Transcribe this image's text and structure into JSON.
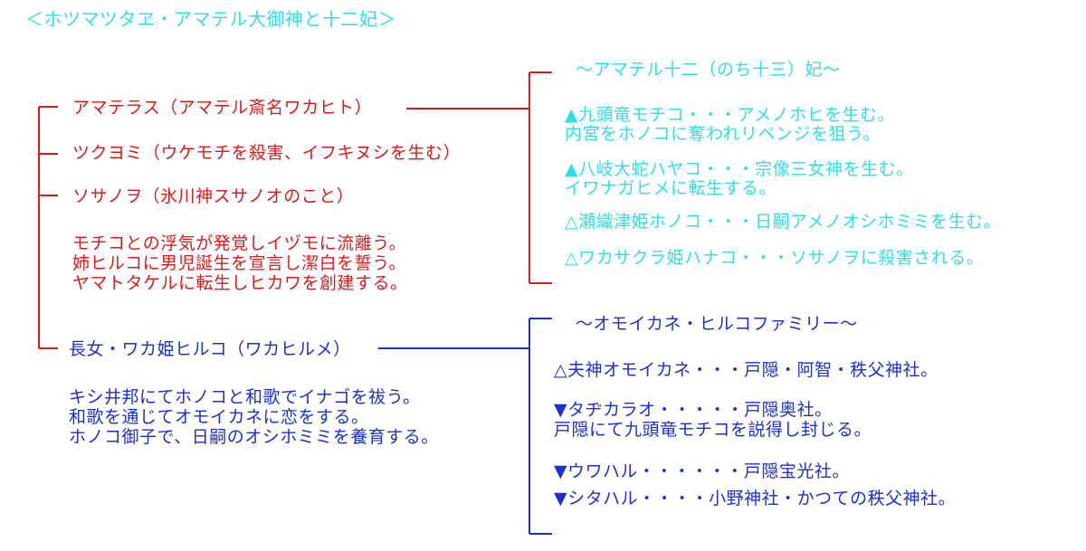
{
  "colors": {
    "cyan": "#2ee0e6",
    "red": "#e01818",
    "blue": "#1a2fd8"
  },
  "title": "＜ホツマツタヱ・アマテル大御神と十二妃＞",
  "amateru_family": {
    "amaterasu": "アマテラス（アマテル斎名ワカヒト）",
    "tsukuyomi": "ツクヨミ（ウケモチを殺害、イフキヌシを生む）",
    "susanoo": "ソサノヲ（氷川神スサノオのこと）",
    "susanoo_notes": [
      "モチコとの浮気が発覚しイヅモに流離う。",
      "姉ヒルコに男児誕生を宣言し潔白を誓う。",
      "ヤマトタケルに転生しヒカワを創建する。"
    ],
    "hiruko": "長女・ワカ姫ヒルコ（ワカヒルメ）",
    "hiruko_notes": [
      "キシ井邦にてホノコと和歌でイナゴを祓う。",
      "和歌を通じてオモイカネに恋をする。",
      "ホノコ御子で、日嗣のオシホミミを養育する。"
    ]
  },
  "consorts": {
    "heading": "～アマテル十二（のち十三）妃～",
    "items": [
      {
        "lines": [
          "▲九頭竜モチコ・・・アメノホヒを生む。",
          "内宮をホノコに奪われリベンジを狙う。"
        ]
      },
      {
        "lines": [
          "▲八岐大蛇ハヤコ・・・宗像三女神を生む。",
          "イワナガヒメに転生する。"
        ]
      },
      {
        "lines": [
          "△瀬織津姫ホノコ・・・日嗣アメノオシホミミを生む。"
        ]
      },
      {
        "lines": [
          "△ワカサクラ姫ハナコ・・・ソサノヲに殺害される。"
        ]
      }
    ]
  },
  "omoikane_family": {
    "heading": "～オモイカネ・ヒルコファミリー～",
    "items": [
      {
        "lines": [
          "△夫神オモイカネ・・・戸隠・阿智・秩父神社。"
        ]
      },
      {
        "lines": [
          "▼タヂカラオ・・・・・戸隠奥社。",
          "戸隠にて九頭竜モチコを説得し封じる。"
        ]
      },
      {
        "lines": [
          "▼ウワハル・・・・・・戸隠宝光社。"
        ]
      },
      {
        "lines": [
          "▼シタハル・・・・小野神社・かつての秩父神社。"
        ]
      }
    ]
  }
}
